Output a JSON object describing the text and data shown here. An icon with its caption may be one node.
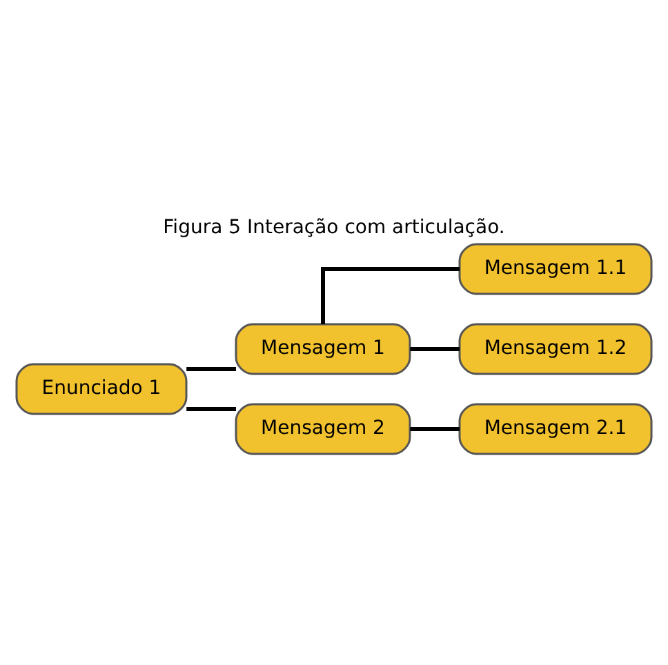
{
  "diagram": {
    "title": "Figura 5 Interação com articulação.",
    "nodes": [
      {
        "text": [
          "Enunciado 1"
        ]
      },
      {
        "text": [
          "Mensagem 1"
        ]
      },
      {
        "text": [
          "Mensagem 1.1"
        ]
      },
      {
        "text": [
          "Mensagem 1.2"
        ]
      },
      {
        "text": [
          "Mensagem 2"
        ]
      },
      {
        "text": [
          "Mensagem 2.1"
        ]
      }
    ],
    "edges": [
      {
        "from": 0,
        "to": 1,
        "arrow": "none"
      },
      {
        "from": 1,
        "to": 2,
        "arrow": "none"
      },
      {
        "from": 1,
        "to": 3,
        "arrow": "none"
      },
      {
        "from": 0,
        "to": 4,
        "arrow": "none"
      },
      {
        "from": 4,
        "to": 5,
        "arrow": "none"
      }
    ]
  }
}
